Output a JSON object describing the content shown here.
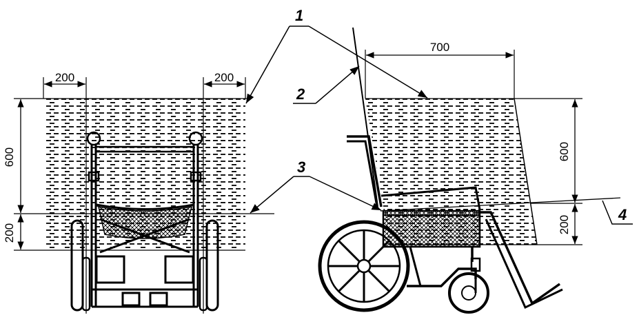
{
  "labels": {
    "callout_1": "1",
    "callout_2": "2",
    "callout_3": "3",
    "callout_4": "4"
  },
  "dimensions": {
    "front_side_left": "200",
    "front_side_right": "200",
    "front_upper_height": "600",
    "front_lower_height": "200",
    "side_depth": "700",
    "side_upper_height": "600",
    "side_lower_height": "200"
  },
  "colors": {
    "line": "#000000",
    "hatch": "#000000",
    "background": "#ffffff"
  }
}
